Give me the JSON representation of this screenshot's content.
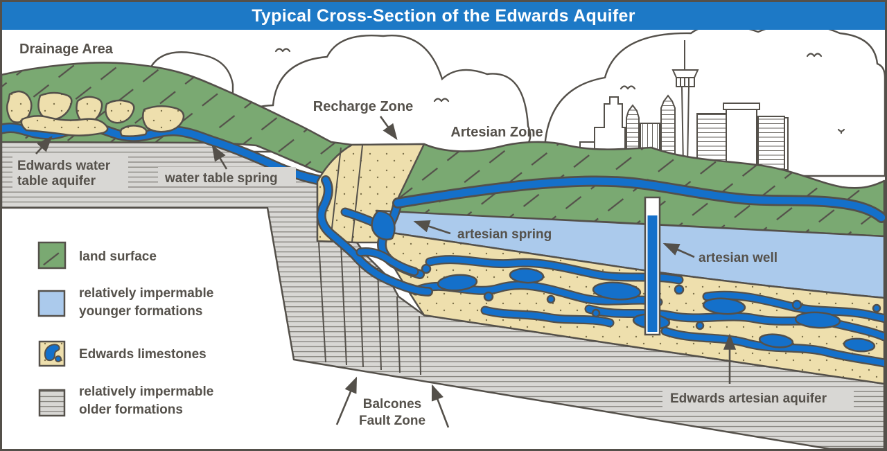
{
  "title": "Typical Cross-Section of the Edwards Aquifer",
  "zones": {
    "drainage": "Drainage Area",
    "recharge": "Recharge Zone",
    "artesian": "Artesian Zone"
  },
  "annotations": {
    "edwards_water_table_line1": "Edwards water",
    "edwards_water_table_line2": "table aquifer",
    "water_table_spring": "water table spring",
    "artesian_spring": "artesian spring",
    "artesian_well": "artesian well",
    "edwards_artesian_aquifer": "Edwards artesian aquifer",
    "balcones_line1": "Balcones",
    "balcones_line2": "Fault Zone"
  },
  "legend": {
    "items": [
      {
        "swatch": "land-surface-swatch",
        "line1": "land surface",
        "line2": ""
      },
      {
        "swatch": "younger-formations-swatch",
        "line1": "relatively impermable",
        "line2": "younger formations"
      },
      {
        "swatch": "edwards-limestones-swatch",
        "line1": "Edwards limestones",
        "line2": ""
      },
      {
        "swatch": "older-formations-swatch",
        "line1": "relatively impermable",
        "line2": "older formations"
      }
    ]
  },
  "colors": {
    "title_bar_blue": "#1d79c6",
    "land_green": "#7aa972",
    "water_blue": "#1470ca",
    "younger_formation_blue": "#abcaec",
    "limestone_tan": "#eedfad",
    "older_formation_gray": "#d8d7d4",
    "outline_dark": "#54504a",
    "label_text": "#55514b"
  }
}
